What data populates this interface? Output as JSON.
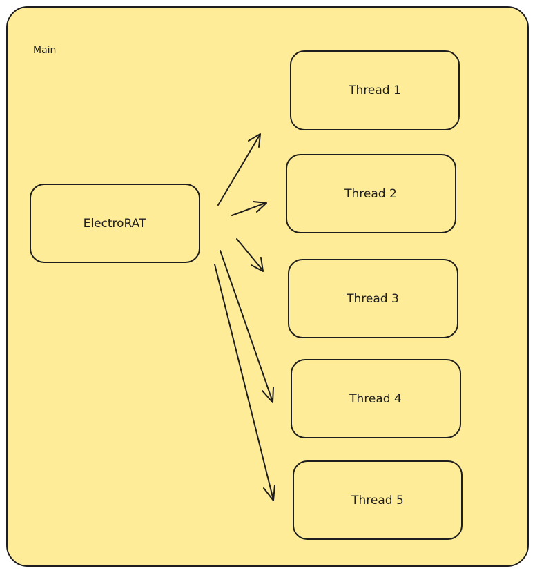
{
  "colors": {
    "fill": "#ffec99",
    "stroke": "#1e1e1e"
  },
  "container": {
    "label": "Main"
  },
  "source": {
    "label": "ElectroRAT"
  },
  "threads": [
    {
      "label": "Thread 1"
    },
    {
      "label": "Thread 2"
    },
    {
      "label": "Thread 3"
    },
    {
      "label": "Thread 4"
    },
    {
      "label": "Thread 5"
    }
  ]
}
